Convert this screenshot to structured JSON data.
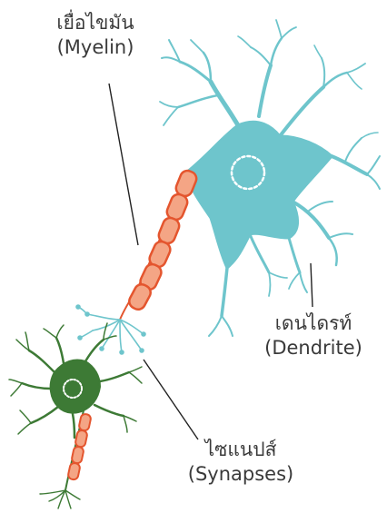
{
  "labels": {
    "myelin": {
      "thai": "เยื่อไขมัน",
      "english": "(Myelin)"
    },
    "dendrite": {
      "thai": "เดนไดรท์",
      "english": "(Dendrite)"
    },
    "synapse": {
      "thai": "ไซแนปส์",
      "english": "(Synapses)"
    }
  },
  "colors": {
    "big_neuron": "#6ec5cc",
    "small_neuron": "#3d7a35",
    "myelin_fill": "#f4a585",
    "myelin_stroke": "#e4552e",
    "leader_line": "#222222",
    "text": "#3a3a3a"
  }
}
